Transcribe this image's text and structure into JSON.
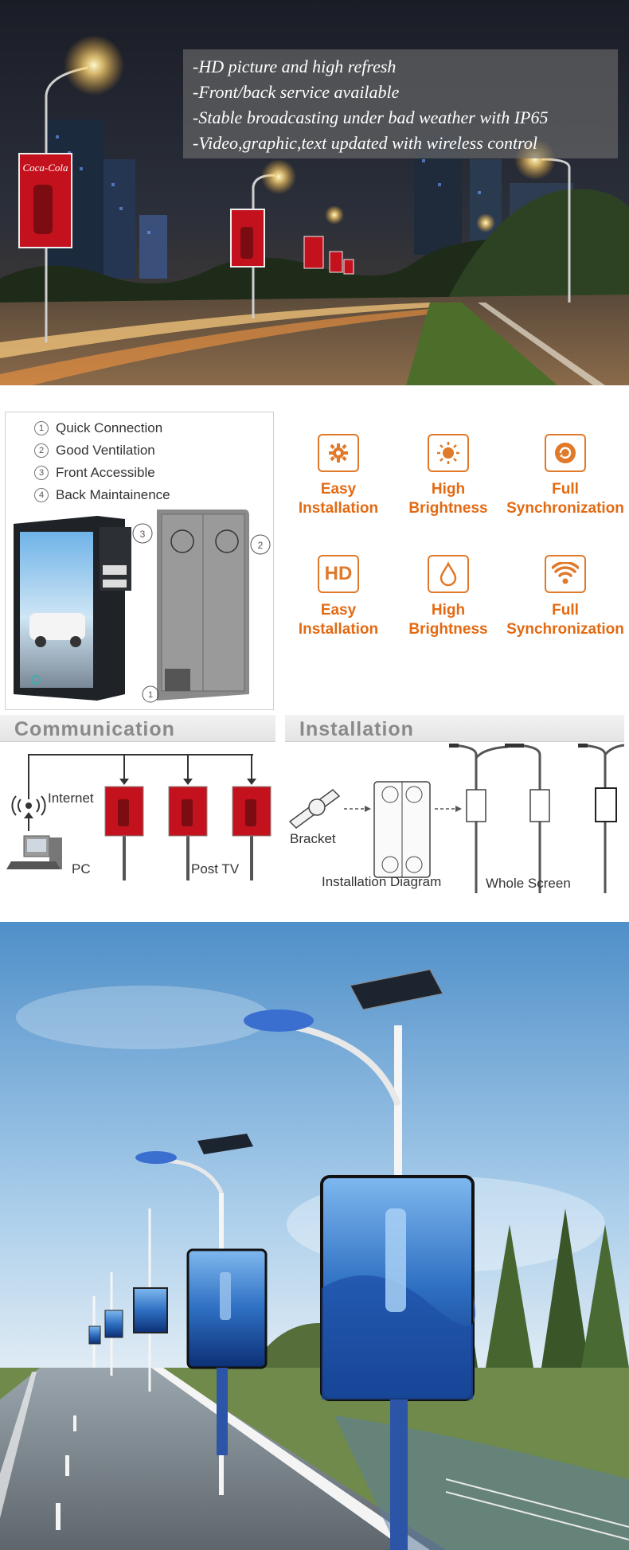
{
  "hero": {
    "features": [
      "-HD picture and high refresh",
      "-Front/back service available",
      "-Stable broadcasting under bad weather with IP65",
      "-Video,graphic,text updated with wireless control"
    ],
    "ad_brand": "Coca-Cola"
  },
  "feature_panel": {
    "items": [
      {
        "num": "1",
        "label": "Quick Connection"
      },
      {
        "num": "2",
        "label": "Good Ventilation"
      },
      {
        "num": "3",
        "label": "Front Accessible"
      },
      {
        "num": "4",
        "label": "Back Maintainence"
      }
    ]
  },
  "icons": [
    {
      "icon": "gear-icon",
      "line1": "Easy",
      "line2": "Installation"
    },
    {
      "icon": "sun-icon",
      "line1": "High",
      "line2": "Brightness"
    },
    {
      "icon": "sync-icon",
      "line1": "Full",
      "line2": "Synchronization"
    },
    {
      "icon": "hd-icon",
      "line1": "Easy",
      "line2": "Installation",
      "badge_text": "HD"
    },
    {
      "icon": "drop-icon",
      "line1": "High",
      "line2": "Brightness"
    },
    {
      "icon": "wifi-icon",
      "line1": "Full",
      "line2": "Synchronization"
    }
  ],
  "accent_color": "#e36a12",
  "communication": {
    "title": "Communication",
    "internet": "Internet",
    "pc": "PC",
    "post_tv": "Post TV"
  },
  "installation": {
    "title": "Installation",
    "bracket": "Bracket",
    "diagram": "Installation Diagram",
    "whole_screen": "Whole Screen"
  }
}
